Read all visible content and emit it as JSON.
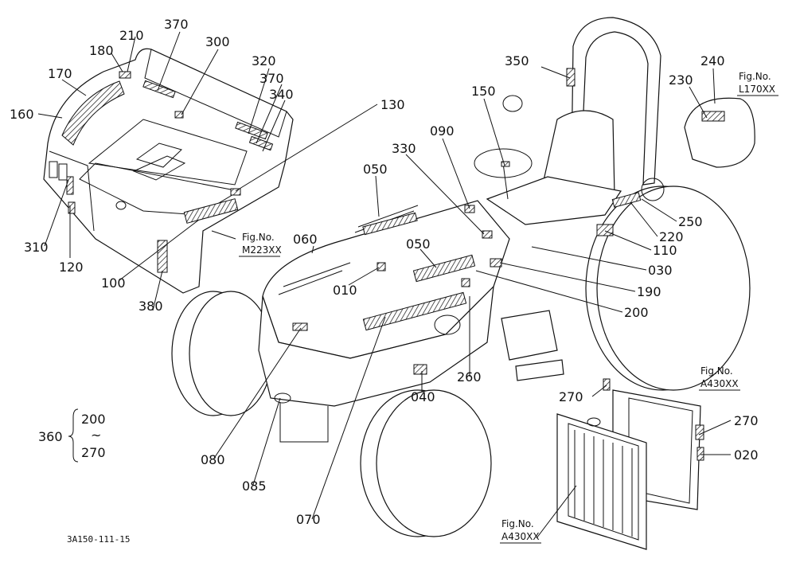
{
  "callouts": [
    {
      "id": "c010",
      "text": "010",
      "leader": [
        [
          438,
          358
        ],
        [
          476,
          336
        ]
      ]
    },
    {
      "id": "c020",
      "text": "020",
      "leader": [
        [
          918,
          571
        ],
        [
          880,
          571
        ]
      ]
    },
    {
      "id": "c030",
      "text": "030",
      "leader": [
        [
          812,
          339
        ],
        [
          668,
          310
        ]
      ]
    },
    {
      "id": "c040",
      "text": "040",
      "leader": [
        [
          530,
          492
        ],
        [
          530,
          466
        ]
      ]
    },
    {
      "id": "c050a",
      "text": "050",
      "leader": [
        [
          472,
          221
        ],
        [
          476,
          272
        ]
      ]
    },
    {
      "id": "c050b",
      "text": "050",
      "leader": [
        [
          528,
          313
        ],
        [
          548,
          336
        ]
      ]
    },
    {
      "id": "c060",
      "text": "060",
      "leader": [
        [
          394,
          309
        ],
        [
          392,
          318
        ]
      ]
    },
    {
      "id": "c070",
      "text": "070",
      "leader": [
        [
          392,
          652
        ],
        [
          484,
          398
        ]
      ]
    },
    {
      "id": "c080",
      "text": "080",
      "leader": [
        [
          268,
          577
        ],
        [
          378,
          412
        ]
      ]
    },
    {
      "id": "c085",
      "text": "085",
      "leader": [
        [
          318,
          609
        ],
        [
          352,
          500
        ]
      ]
    },
    {
      "id": "c090",
      "text": "090",
      "leader": [
        [
          556,
          174
        ],
        [
          590,
          262
        ]
      ]
    },
    {
      "id": "c100",
      "text": "100",
      "leader": [
        [
          150,
          352
        ],
        [
          250,
          276
        ]
      ]
    },
    {
      "id": "c110",
      "text": "110",
      "leader": [
        [
          818,
          314
        ],
        [
          760,
          290
        ]
      ]
    },
    {
      "id": "c120",
      "text": "120",
      "leader": [
        [
          88,
          324
        ],
        [
          88,
          258
        ]
      ]
    },
    {
      "id": "c130",
      "text": "130",
      "leader": [
        [
          474,
          131
        ],
        [
          296,
          240
        ]
      ]
    },
    {
      "id": "c150",
      "text": "150",
      "leader": [
        [
          608,
          124
        ],
        [
          634,
          208
        ]
      ]
    },
    {
      "id": "c160",
      "text": "160",
      "leader": [
        [
          48,
          143
        ],
        [
          78,
          148
        ]
      ]
    },
    {
      "id": "c170",
      "text": "170",
      "leader": [
        [
          78,
          100
        ],
        [
          108,
          120
        ]
      ]
    },
    {
      "id": "c180",
      "text": "180",
      "leader": [
        [
          140,
          67
        ],
        [
          154,
          90
        ]
      ]
    },
    {
      "id": "c190",
      "text": "190",
      "leader": [
        [
          798,
          366
        ],
        [
          628,
          330
        ]
      ]
    },
    {
      "id": "c200",
      "text": "200",
      "leader": [
        [
          782,
          392
        ],
        [
          598,
          340
        ]
      ]
    },
    {
      "id": "c210",
      "text": "210",
      "leader": [
        [
          170,
          46
        ],
        [
          160,
          90
        ]
      ]
    },
    {
      "id": "c220",
      "text": "220",
      "leader": [
        [
          826,
          297
        ],
        [
          792,
          254
        ]
      ]
    },
    {
      "id": "c230",
      "text": "230",
      "leader": [
        [
          866,
          109
        ],
        [
          888,
          148
        ]
      ]
    },
    {
      "id": "c240",
      "text": "240",
      "leader": [
        [
          896,
          86
        ],
        [
          898,
          130
        ]
      ]
    },
    {
      "id": "c250",
      "text": "250",
      "leader": [
        [
          850,
          278
        ],
        [
          806,
          250
        ]
      ]
    },
    {
      "id": "c260",
      "text": "260",
      "leader": [
        [
          590,
          473
        ],
        [
          590,
          372
        ]
      ]
    },
    {
      "id": "c270a",
      "text": "270",
      "leader": [
        [
          744,
          498
        ],
        [
          762,
          484
        ]
      ]
    },
    {
      "id": "c270b",
      "text": "270",
      "leader": [
        [
          918,
          528
        ],
        [
          878,
          546
        ]
      ]
    },
    {
      "id": "c300",
      "text": "300",
      "leader": [
        [
          274,
          62
        ],
        [
          228,
          144
        ]
      ]
    },
    {
      "id": "c310",
      "text": "310",
      "leader": [
        [
          56,
          309
        ],
        [
          86,
          226
        ]
      ]
    },
    {
      "id": "c320",
      "text": "320",
      "leader": [
        [
          338,
          86
        ],
        [
          312,
          168
        ]
      ]
    },
    {
      "id": "c330",
      "text": "330",
      "leader": [
        [
          510,
          194
        ],
        [
          608,
          294
        ]
      ]
    },
    {
      "id": "c340",
      "text": "340",
      "leader": [
        [
          358,
          126
        ],
        [
          330,
          190
        ]
      ]
    },
    {
      "id": "c350",
      "text": "350",
      "leader": [
        [
          680,
          84
        ],
        [
          716,
          98
        ]
      ]
    },
    {
      "id": "c370a",
      "text": "370",
      "leader": [
        [
          226,
          40
        ],
        [
          198,
          114
        ]
      ]
    },
    {
      "id": "c370b",
      "text": "370",
      "leader": [
        [
          354,
          106
        ],
        [
          322,
          180
        ]
      ]
    },
    {
      "id": "c380",
      "text": "380",
      "leader": [
        [
          192,
          390
        ],
        [
          204,
          340
        ]
      ]
    }
  ],
  "figure_refs": [
    {
      "id": "f_m223",
      "label": "Fig.No.",
      "code": "M223XX",
      "leader": [
        [
          296,
          300
        ],
        [
          266,
          290
        ]
      ]
    },
    {
      "id": "f_l170",
      "label": "Fig.No.",
      "code": "L170XX",
      "leader": []
    },
    {
      "id": "f_a430a",
      "label": "Fig.No.",
      "code": "A430XX",
      "leader": []
    },
    {
      "id": "f_a430b",
      "label": "Fig.No.",
      "code": "A430XX",
      "leader": [
        [
          674,
          676
        ],
        [
          724,
          610
        ]
      ]
    }
  ],
  "range_note": {
    "total": "360",
    "from": "200",
    "tilde": "~",
    "to": "270"
  },
  "drawing_code": "3A150-111-15"
}
